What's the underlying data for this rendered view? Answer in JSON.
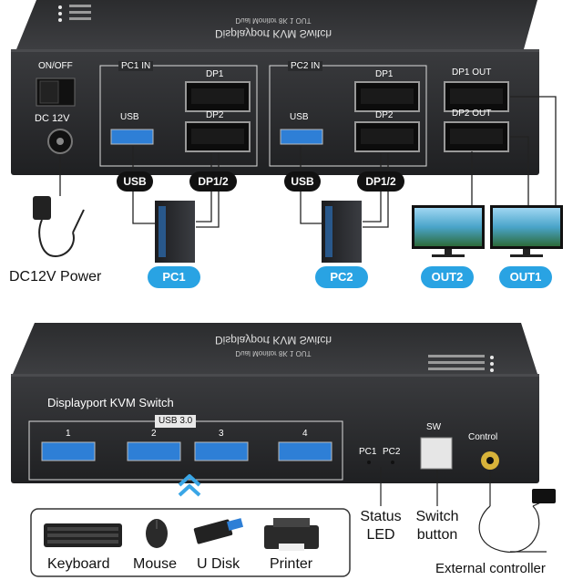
{
  "top_device": {
    "mirror_title": "Displayport KVM Switch",
    "mirror_subtitle": "Dual Monitor 8K 1 OUT",
    "power_switch_label": "ON/OFF",
    "dc_label": "DC 12V",
    "pc1_group": "PC1 IN",
    "pc2_group": "PC2 IN",
    "dp1": "DP1",
    "dp2": "DP2",
    "usb": "USB",
    "dp1_out": "DP1 OUT",
    "dp2_out": "DP2 OUT"
  },
  "top_labels": {
    "usb_pill": "USB",
    "dp_pill": "DP1/2",
    "pc1": "PC1",
    "pc2": "PC2",
    "out2": "OUT2",
    "out1": "OUT1",
    "power": "DC12V Power"
  },
  "bottom_device": {
    "mirror_title": "Displayport KVM Switch",
    "mirror_subtitle": "Dual Monitor 8K 1 OUT",
    "title": "Displayport KVM Switch",
    "usb_group": "USB 3.0",
    "ports": [
      "1",
      "2",
      "3",
      "4"
    ],
    "led_pc1": "PC1",
    "led_pc2": "PC2",
    "sw": "SW",
    "control": "Control"
  },
  "bottom_labels": {
    "status_led": [
      "Status",
      "LED"
    ],
    "switch_button": [
      "Switch",
      "button"
    ],
    "external_controller": "External controller",
    "peripherals": [
      "Keyboard",
      "Mouse",
      "U Disk",
      "Printer"
    ]
  },
  "colors": {
    "device_body": "#2a2b2d",
    "usb_blue": "#2e7fd6",
    "badge_blue": "#29a3e3",
    "arrow_blue": "#3aa6e6"
  }
}
